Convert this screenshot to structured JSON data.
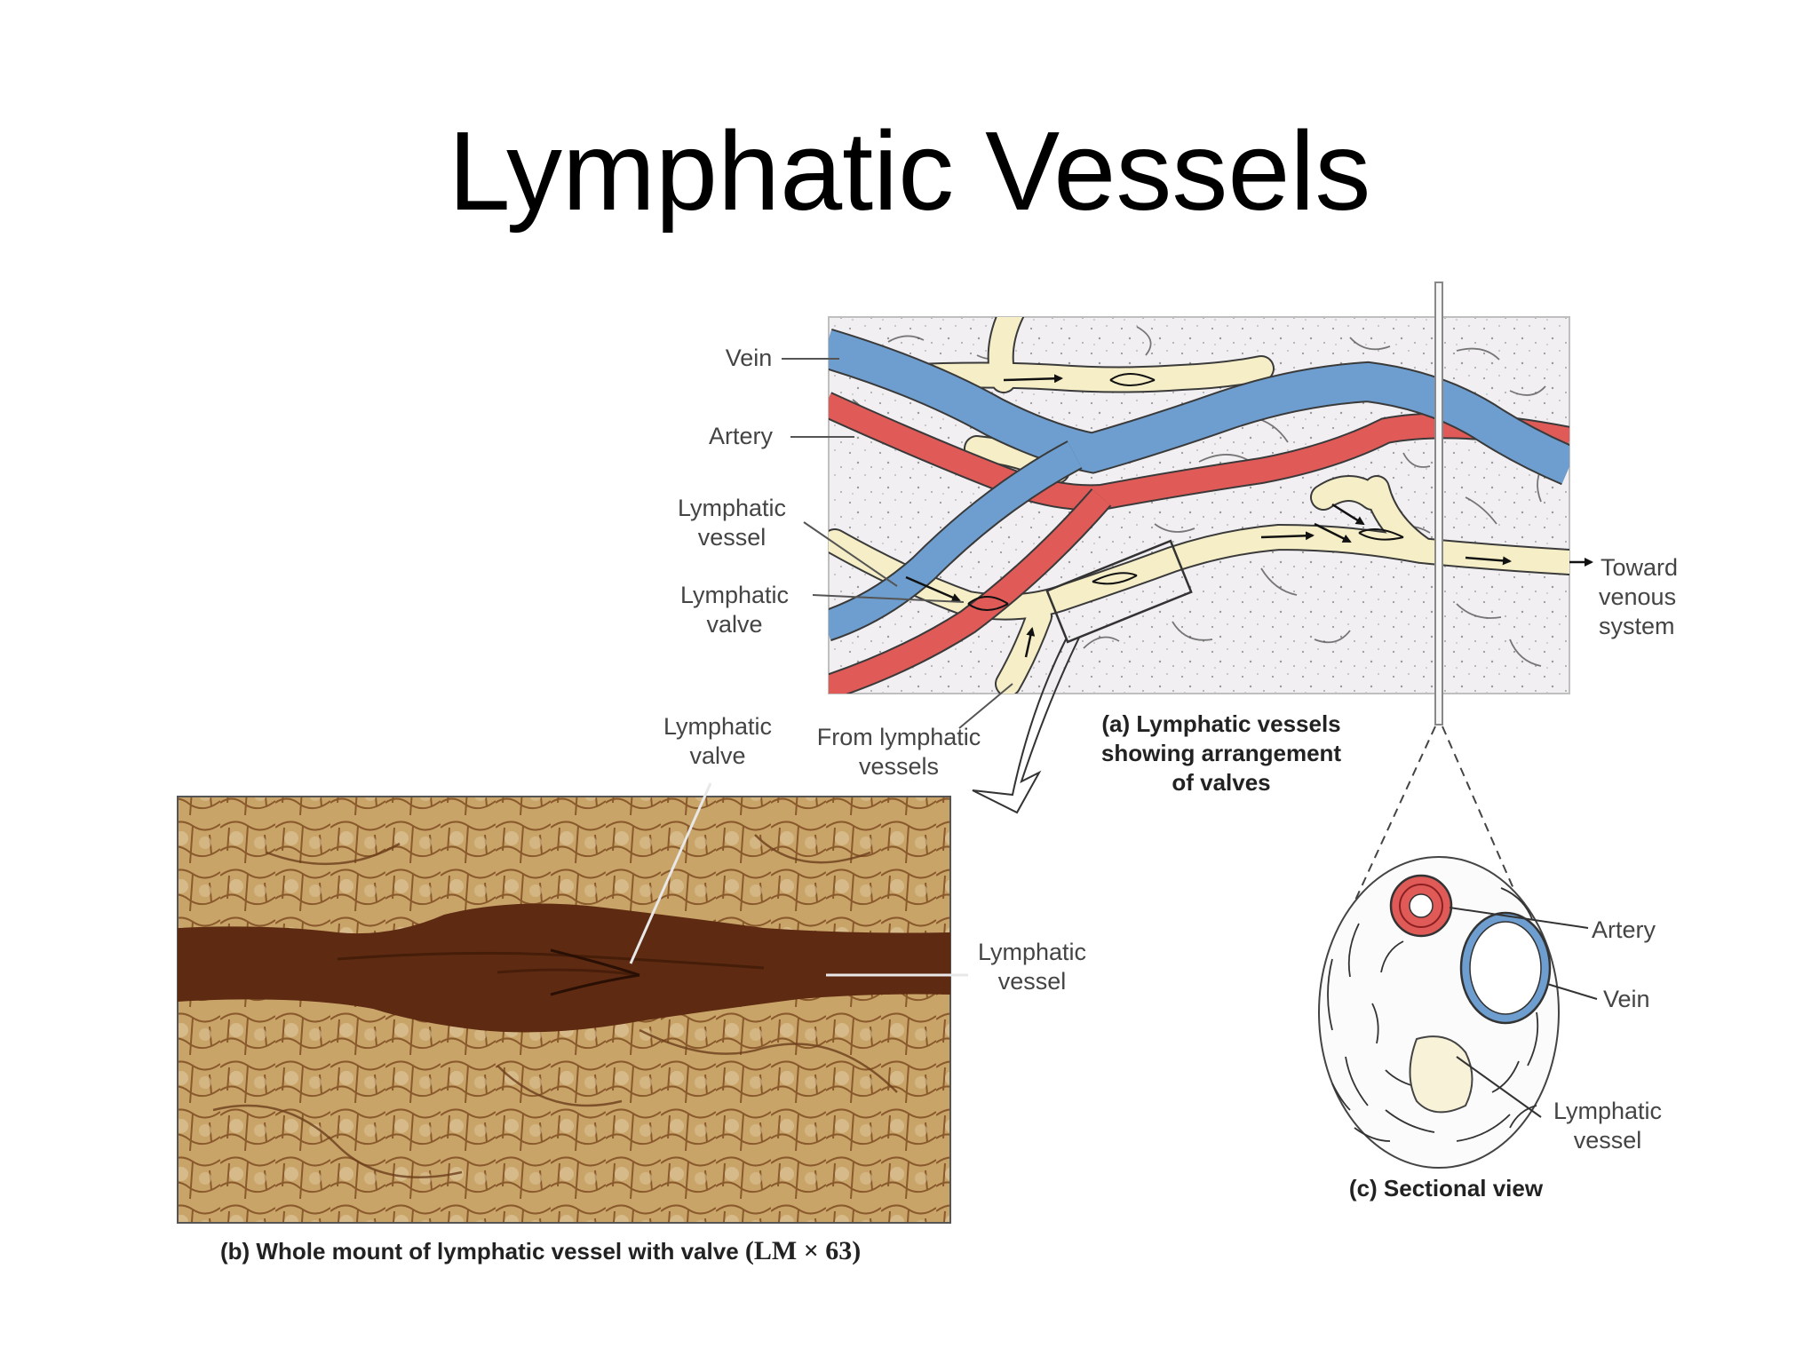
{
  "title": "Lymphatic Vessels",
  "colors": {
    "vein": "#6d9ecf",
    "artery": "#e05a58",
    "lymph": "#f5eec6",
    "tissue_bg": "#f1eff1",
    "micrograph_bg": "#c9a468",
    "micrograph_vessel": "#5e2b12"
  },
  "panel_a": {
    "labels": {
      "vein": "Vein",
      "artery": "Artery",
      "lymphatic_vessel": [
        "Lymphatic",
        "vessel"
      ],
      "lymphatic_valve": [
        "Lymphatic",
        "valve"
      ],
      "from_lymphatic": [
        "From lymphatic",
        "vessels"
      ],
      "toward_venous": [
        "Toward",
        "venous",
        "system"
      ]
    },
    "caption": [
      "(a) Lymphatic vessels",
      "showing arrangement",
      "of valves"
    ]
  },
  "panel_b": {
    "labels": {
      "lymphatic_valve": [
        "Lymphatic",
        "valve"
      ],
      "lymphatic_vessel": [
        "Lymphatic",
        "vessel"
      ]
    },
    "caption_main": "(b) Whole mount of lymphatic vessel with valve ",
    "caption_mag": "(LM × 63)"
  },
  "panel_c": {
    "labels": {
      "artery": "Artery",
      "vein": "Vein",
      "lymphatic_vessel": [
        "Lymphatic",
        "vessel"
      ]
    },
    "caption": "(c) Sectional view"
  }
}
